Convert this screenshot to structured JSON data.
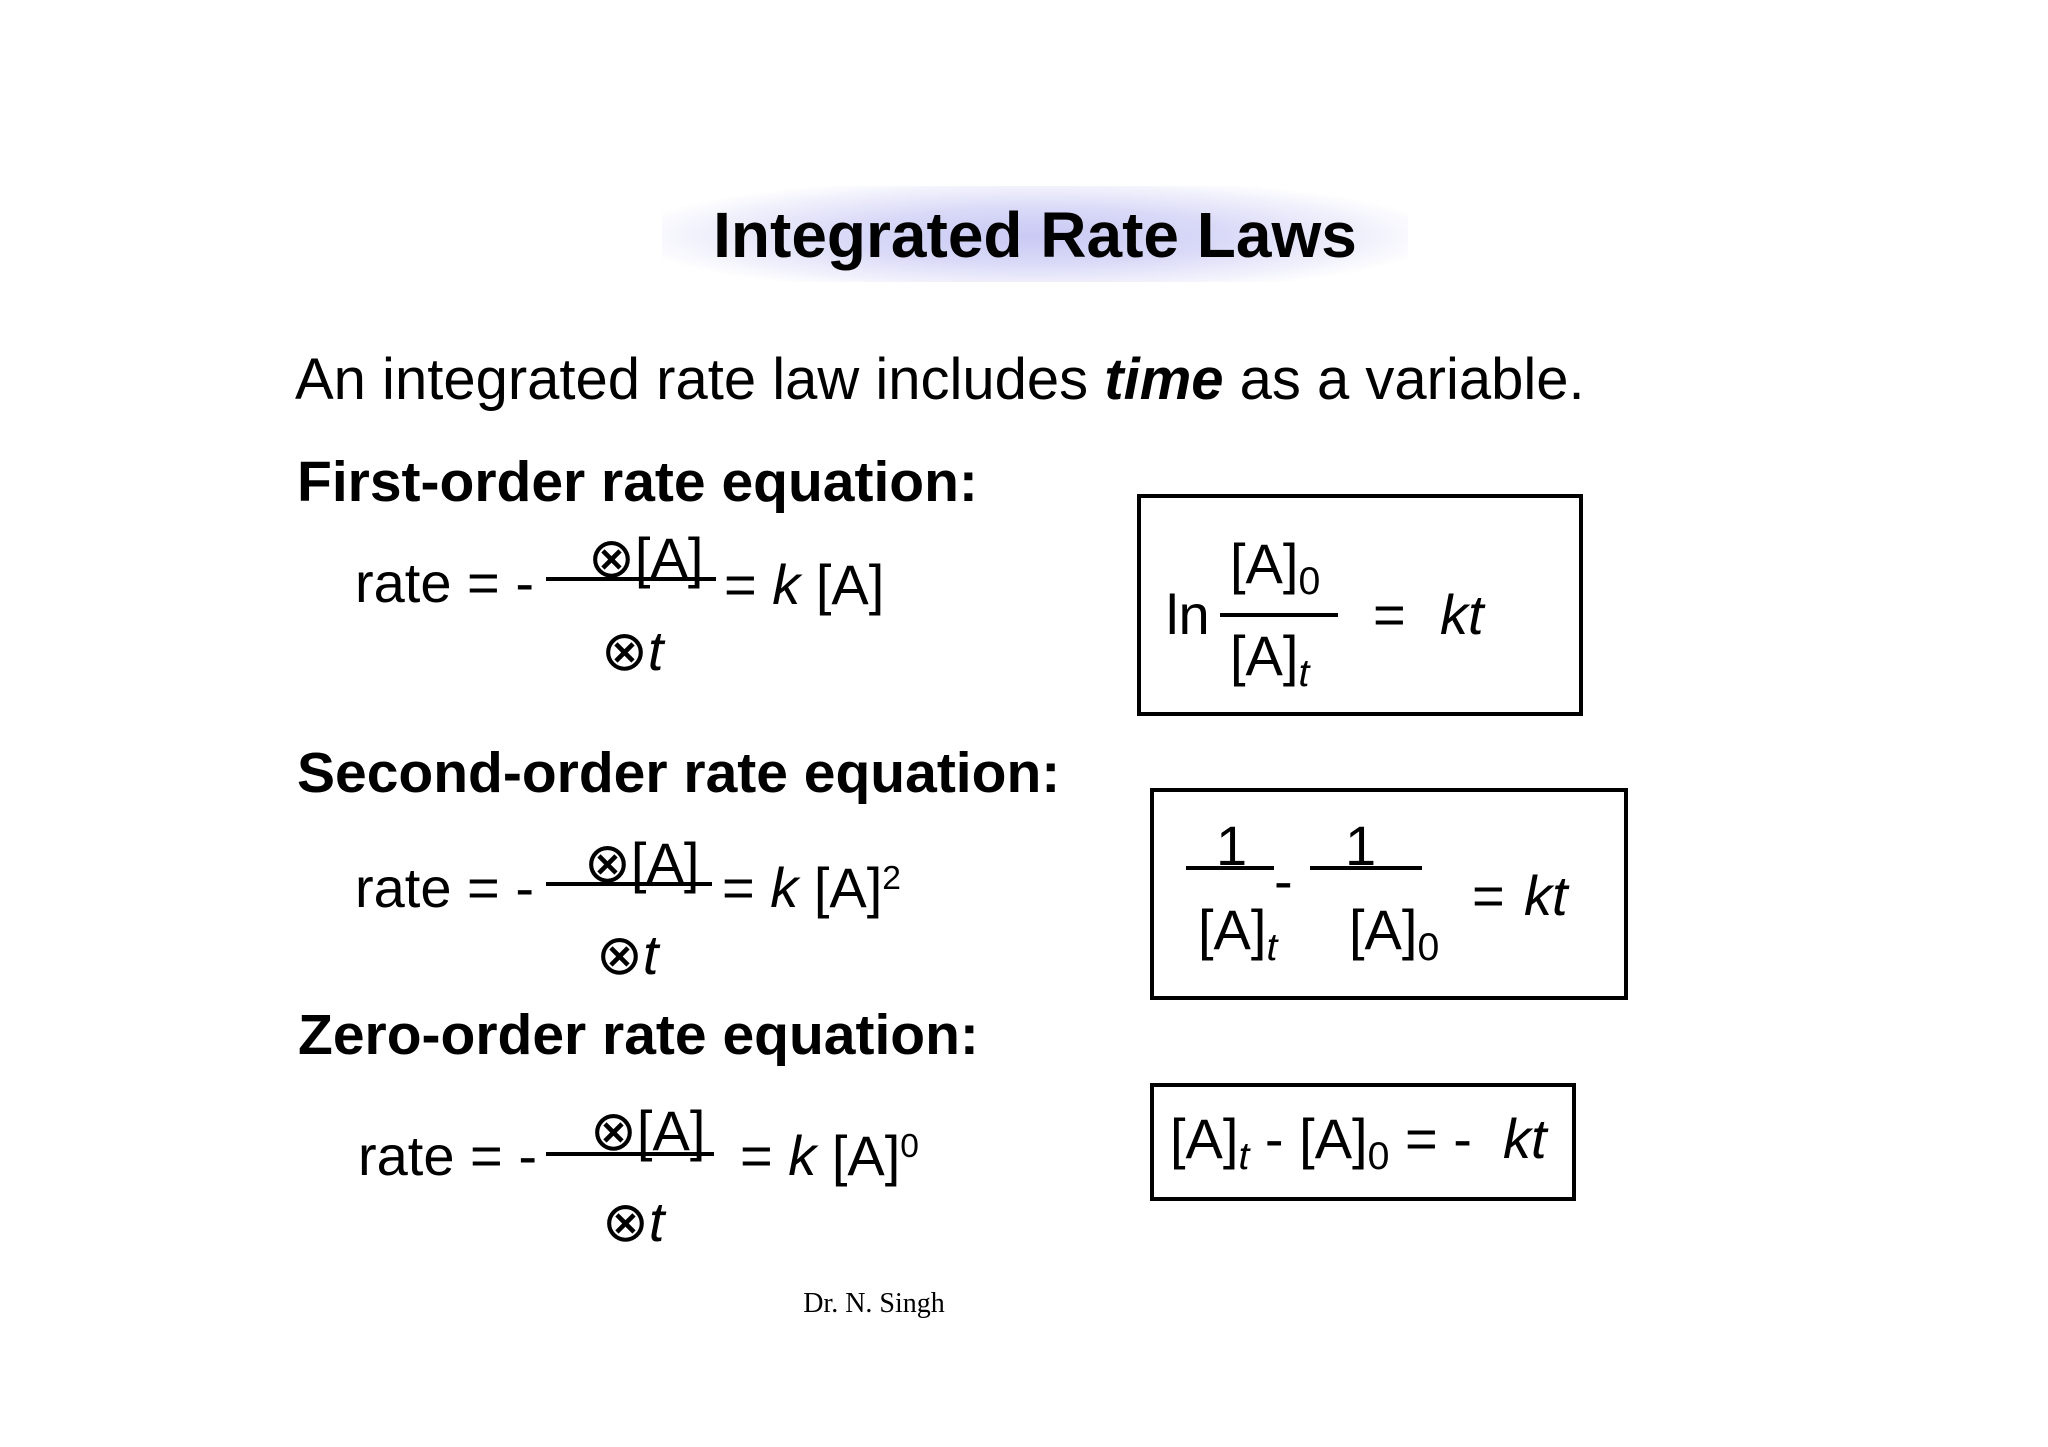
{
  "slide": {
    "title": "Integrated Rate Laws",
    "intro": {
      "before": "An integrated rate law includes ",
      "emphasis": "time",
      "after": " as a variable."
    },
    "footer": "Dr. N. Singh"
  },
  "sections": [
    {
      "heading": "First-order rate equation:",
      "rate": {
        "lhs": "rate = -",
        "numerator": "⊗[A]",
        "denominator_symbol": "⊗",
        "denominator_var": "t",
        "rhs_eq": "=",
        "rhs_k": "k",
        "rhs_conc": "[A]",
        "rhs_exp": ""
      },
      "integrated": {
        "ln": "ln",
        "num_base": "[A]",
        "num_sub": "0",
        "den_base": "[A]",
        "den_sub": "t",
        "equals": "=",
        "rhs": "kt"
      }
    },
    {
      "heading": "Second-order rate equation:",
      "rate": {
        "lhs": "rate = -",
        "numerator": "⊗[A]",
        "denominator_symbol": "⊗",
        "denominator_var": "t",
        "rhs_eq": "=",
        "rhs_k": "k",
        "rhs_conc": "[A]",
        "rhs_exp": "2"
      },
      "integrated": {
        "one_a": "1",
        "one_b": "1",
        "minus": "-",
        "den_a_base": "[A]",
        "den_a_sub": "t",
        "den_b_base": "[A]",
        "den_b_sub": "0",
        "equals": "=",
        "rhs": "kt"
      }
    },
    {
      "heading": "Zero-order rate equation:",
      "rate": {
        "lhs": "rate = -",
        "numerator": "⊗[A]",
        "denominator_symbol": "⊗",
        "denominator_var": "t",
        "rhs_eq": "=",
        "rhs_k": "k",
        "rhs_conc": "[A]",
        "rhs_exp": "0"
      },
      "integrated": {
        "a_base": "[A]",
        "a_sub": "t",
        "minus": "-",
        "b_base": "[A]",
        "b_sub": "0",
        "equals": "= -",
        "rhs": "kt"
      }
    }
  ]
}
